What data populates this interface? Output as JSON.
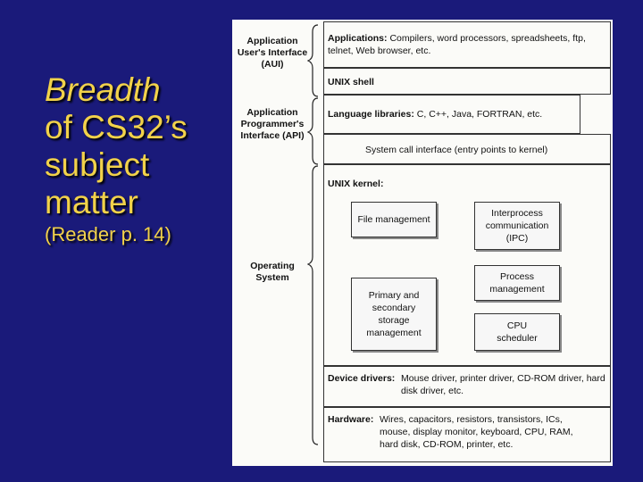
{
  "slide": {
    "title_line1": "Breadth",
    "title_line2": "of CS32’s",
    "title_line3": "subject",
    "title_line4": "matter",
    "title_sub": "(Reader p. 14)"
  },
  "side_labels": {
    "aui": "Application User's Interface (AUI)",
    "api": "Application Programmer's Interface (API)",
    "os": "Operating System"
  },
  "layers": {
    "applications_head": "Applications:",
    "applications_text": "Compilers, word processors, spreadsheets, ftp, telnet, Web browser, etc.",
    "unix_shell": "UNIX shell",
    "libraries_head": "Language libraries:",
    "libraries_text": "C, C++, Java, FORTRAN, etc.",
    "syscall": "System call interface (entry points to kernel)",
    "kernel_head": "UNIX kernel:",
    "drivers_head": "Device drivers:",
    "drivers_text": "Mouse driver, printer driver, CD-ROM driver, hard disk driver, etc.",
    "hardware_head": "Hardware:",
    "hardware_text": "Wires, capacitors, resistors, transistors, ICs, mouse, display monitor, keyboard, CPU, RAM, hard disk, CD-ROM, printer, etc."
  },
  "kernel_boxes": {
    "file": "File management",
    "ipc": "Interprocess communication (IPC)",
    "process": "Process management",
    "storage": "Primary and secondary storage management",
    "cpu": "CPU scheduler"
  }
}
